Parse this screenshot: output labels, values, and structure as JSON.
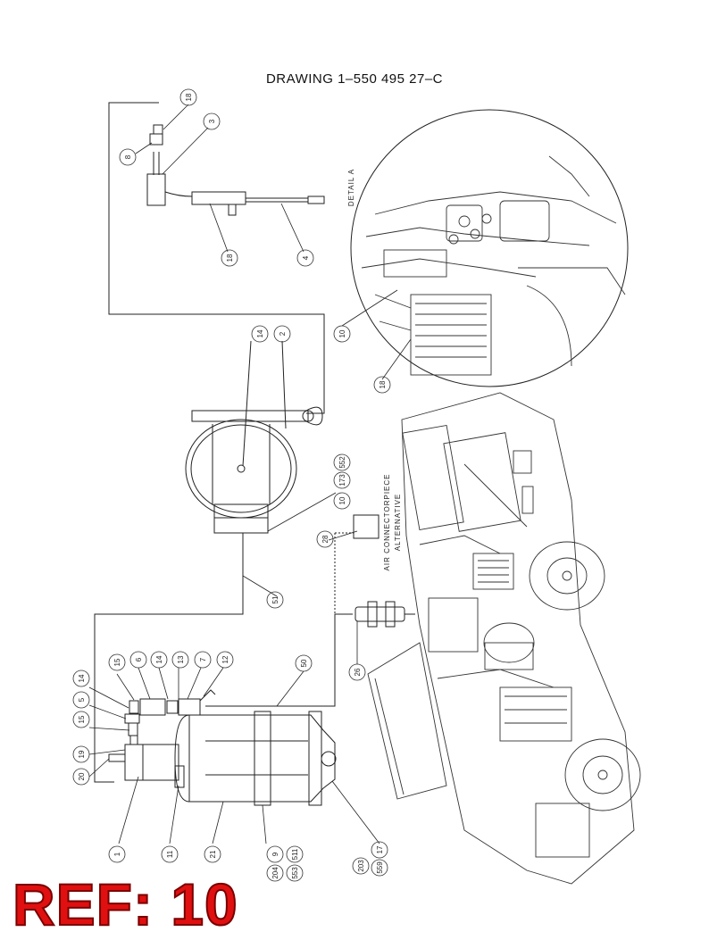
{
  "drawing_title": "DRAWING  1–550 495 27–C",
  "ref_badge": "REF: 10",
  "detail_label": "DETAIL  A",
  "air_connector_line1": "AIR CONNECTORPIECE",
  "air_connector_line2": "ALTERNATIVE",
  "callouts": {
    "c18_top": "18",
    "c3": "3",
    "c8": "8",
    "c18_left": "18",
    "c4": "4",
    "c10_detail": "10",
    "c18_detail": "18",
    "c14_reel": "14",
    "c2": "2",
    "c10_reel": "10",
    "c173": "173",
    "c552": "552",
    "c28": "28",
    "c51": "51",
    "c26": "26",
    "c50": "50",
    "c15_a": "15",
    "c6": "6",
    "c14_a": "14",
    "c13": "13",
    "c7": "7",
    "c12": "12",
    "c14_b": "14",
    "c5": "5",
    "c15_b": "15",
    "c19": "19",
    "c20": "20",
    "c1": "1",
    "c11": "11",
    "c21": "21",
    "c9": "9",
    "c204": "204",
    "c553": "553",
    "c511": "511",
    "c17": "17",
    "c203": "203",
    "c559": "559"
  }
}
